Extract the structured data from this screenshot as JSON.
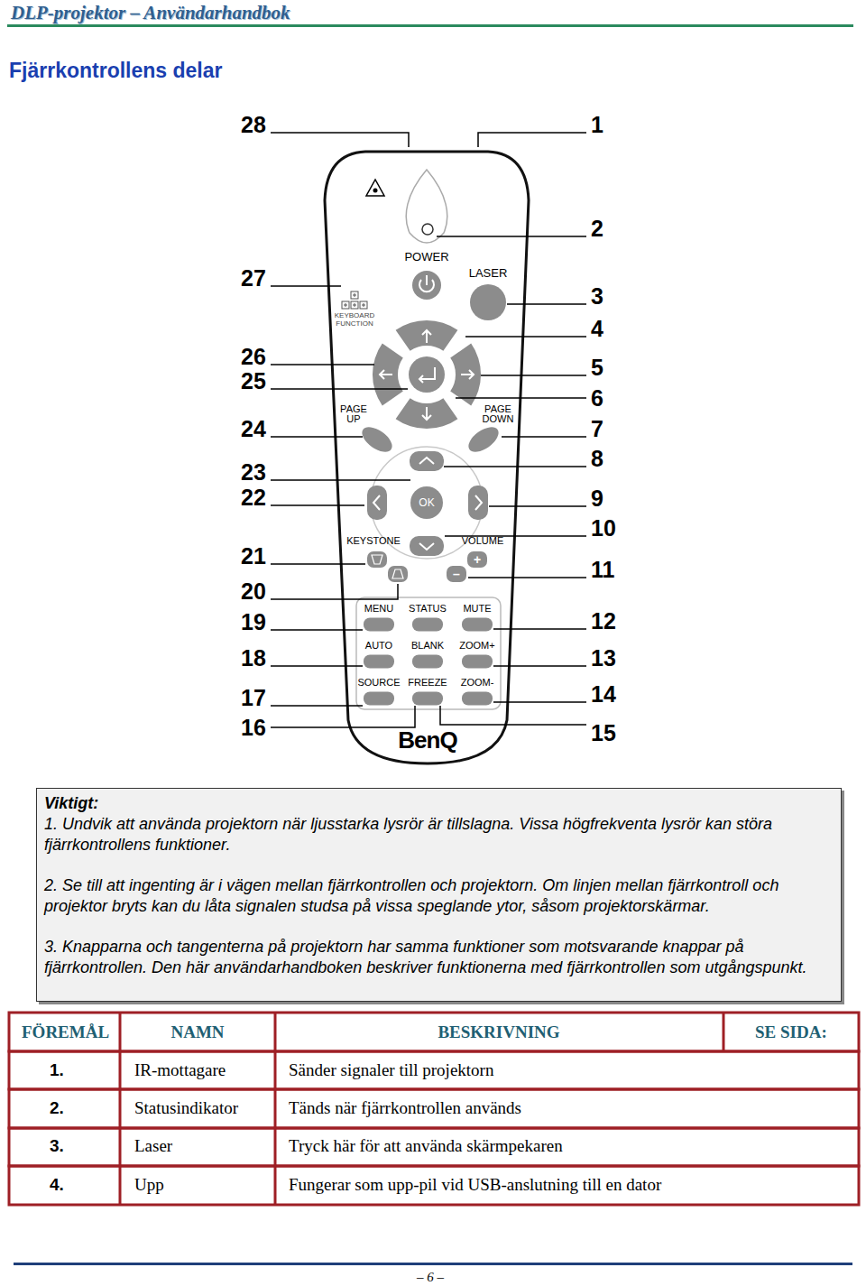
{
  "diagram": {
    "title": "Fjärrkontrollens delar",
    "nodes": [
      {
        "text": [
          "Viktigt:",
          "1. Undvik att använda projektorn när ljusstarka lysrör är tillslagna. Vissa högfrekventa lysrör kan störa fjärrkontrollens funktioner.",
          "2. Se till att ingenting är i vägen mellan fjärrkontrollen och projektorn. Om linjen mellan fjärrkontroll och projektor bryts kan du låta signalen studsa på vissa speglande ytor, såsom projektorskärmar.",
          "3. Knapparna och tangenterna på projektorn har samma funktioner som motsvarande knappar på fjärrkontrollen. Den här användarhandboken beskriver funktionerna med fjärrkontrollen som utgångspunkt."
        ]
      }
    ],
    "edges": [],
    "labels": [
      "DLP-projektor – Användarhandbok",
      "28",
      "27",
      "26",
      "25",
      "24",
      "23",
      "22",
      "21",
      "20",
      "19",
      "18",
      "17",
      "16",
      "1",
      "2",
      "3",
      "4",
      "5",
      "6",
      "7",
      "8",
      "9",
      "10",
      "11",
      "12",
      "13",
      "14",
      "15",
      "POWER",
      "LASER",
      "KEYBOARD FUNCTION",
      "PAGE UP",
      "PAGE DOWN",
      "OK",
      "KEYSTONE",
      "VOLUME",
      "+",
      "–",
      "MENU",
      "STATUS",
      "MUTE",
      "AUTO",
      "BLANK",
      "ZOOM+",
      "SOURCE",
      "FREEZE",
      "ZOOM-",
      "BenQ",
      "FÖREMÅL",
      "NAMN",
      "BESKRIVNING",
      "SE SIDA:",
      "1.",
      "IR-mottagare",
      "Sänder signaler till projektorn",
      "2.",
      "Statusindikator",
      "Tänds när fjärrkontrollen används",
      "3.",
      "Laser",
      "Tryck här för att använda skärmpekaren",
      "4.",
      "Upp",
      "Fungerar som upp-pil vid USB-anslutning till en dator",
      "– 6 –"
    ]
  }
}
